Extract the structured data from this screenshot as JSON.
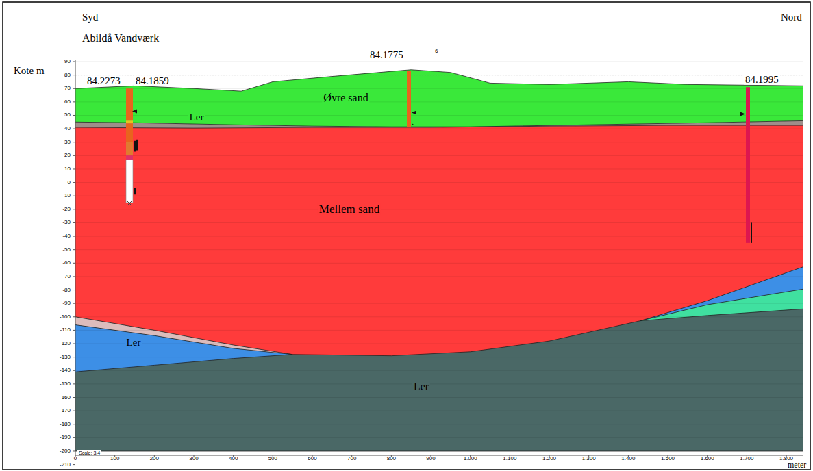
{
  "diagram": {
    "labels": [
      "Syd",
      "Nord",
      "Abildå Vandværk",
      "Kote m",
      "84.2273",
      "84.1859",
      "84.1775",
      "6",
      "84.1995",
      "Øvre sand",
      "Ler",
      "Mellem sand",
      "Ler",
      "Ler",
      "90",
      "80",
      "70",
      "60",
      "50",
      "40",
      "30",
      "20",
      "10",
      "0",
      "-10",
      "-20",
      "-30",
      "-40",
      "-50",
      "-60",
      "-70",
      "-80",
      "-90",
      "-100",
      "-110",
      "-120",
      "-130",
      "-140",
      "-150",
      "-160",
      "-170",
      "-180",
      "-190",
      "-200",
      "-210",
      "0",
      "100",
      "200",
      "300",
      "400",
      "500",
      "600",
      "700",
      "800",
      "900",
      "1.000",
      "1.100",
      "1.200",
      "1.300",
      "1.400",
      "1.500",
      "1.600",
      "1.700",
      "1.800",
      "meter",
      "Scale: 3,4"
    ]
  }
}
